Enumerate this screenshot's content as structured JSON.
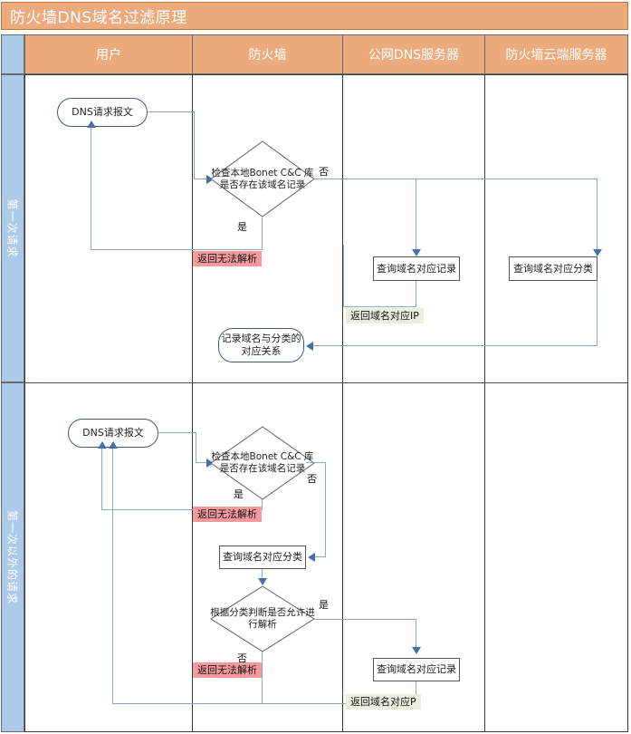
{
  "title": "防火墙DNS域名过滤原理",
  "columns": [
    {
      "key": "user",
      "label": "用户"
    },
    {
      "key": "firewall",
      "label": "防火墙"
    },
    {
      "key": "public_dns",
      "label": "公网DNS服务器"
    },
    {
      "key": "cloud",
      "label": "防火墙云端服务器"
    }
  ],
  "sections": [
    {
      "key": "first",
      "label": "第一次请求"
    },
    {
      "key": "subsequent",
      "label": "第一次以外的请求"
    }
  ],
  "section1": {
    "dns_request": "DNS请求报文",
    "check_diamond": "检查本地Bonet C&C 库是否存在该域名记录",
    "yes": "是",
    "no": "否",
    "cannot_resolve": "返回无法解析",
    "query_record": "查询域名对应记录",
    "query_category": "查询域名对应分类",
    "return_ip": "返回域名对应IP",
    "record_mapping": "记录域名与分类的对应关系"
  },
  "section2": {
    "dns_request": "DNS请求报文",
    "check_diamond": "检查本地Bonet C&C 库是否存在该域名记录",
    "yes": "是",
    "no": "否",
    "cannot_resolve_1": "返回无法解析",
    "query_category": "查询域名对应分类",
    "allow_diamond": "根据分类判断是否允许进行解析",
    "yes2": "是",
    "no2": "否",
    "cannot_resolve_2": "返回无法解析",
    "query_record": "查询域名对应记录",
    "return_ip": "返回域名对应P"
  },
  "colors": {
    "header_fill": "#edab7d",
    "sidebar_fill": "#accbe8",
    "line": "#8aa7cc",
    "arrow": "#4472a8",
    "tag_red": "#f79a9e",
    "tag_green": "#e9efdc"
  }
}
